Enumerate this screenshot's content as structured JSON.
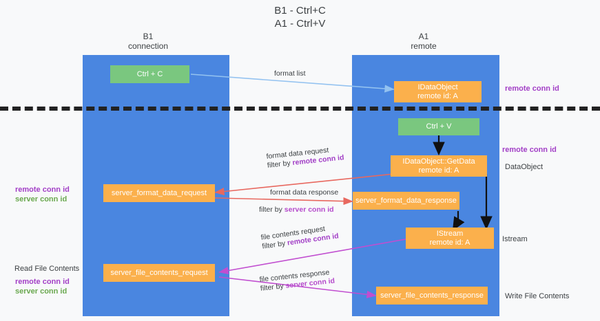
{
  "title": {
    "line1": "B1 - Ctrl+C",
    "line2": "A1 - Ctrl+V"
  },
  "columns": [
    {
      "name": "B1",
      "role": "connection"
    },
    {
      "name": "A1",
      "role": "remote"
    }
  ],
  "boxes": {
    "ctrl_c": "Ctrl + C",
    "ctrl_v": "Ctrl + V",
    "idataobject_top_line1": "IDataObject",
    "idataobject_top_line2": "remote id: A",
    "getdata_line1": "IDataObject::GetData",
    "getdata_line2": "remote id: A",
    "istream_line1": "IStream",
    "istream_line2": "remote id: A",
    "server_format_data_request": "server_format_data_request",
    "server_format_data_response": "server_format_data_response",
    "server_file_contents_request": "server_file_contents_request",
    "server_file_contents_response": "server_file_contents_response"
  },
  "arrow_labels": {
    "format_list": "format list",
    "format_data_request": "format data request",
    "format_data_request_filter_prefix": "filter by ",
    "format_data_request_filter_key": "remote conn id",
    "format_data_response": "format data response",
    "format_data_response_filter_prefix": "filter by ",
    "format_data_response_filter_key": "server conn id",
    "file_contents_request": "file contents request",
    "file_contents_request_filter_prefix": "filter by ",
    "file_contents_request_filter_key": "remote conn id",
    "file_contents_response": "file contents response",
    "file_contents_response_filter_prefix": "filter by ",
    "file_contents_response_filter_key": "server conn id"
  },
  "annotations": {
    "right_remote_conn_id_top": "remote conn id",
    "right_remote_conn_id_mid": "remote conn id",
    "right_dataobject": "DataObject",
    "right_istream": "Istream",
    "right_write_file_contents": "Write File Contents",
    "left_remote_conn_id_mid": "remote conn id",
    "left_server_conn_id_mid": "server conn id",
    "left_read_file_contents": "Read File Contents",
    "left_remote_conn_id_bottom": "remote conn id",
    "left_server_conn_id_bottom": "server conn id"
  },
  "colors": {
    "lane": "#4a86e0",
    "green_box": "#7ac77f",
    "orange_box": "#fbb04c",
    "purple": "#a23fc6",
    "green_text": "#6aa84f",
    "arrow_blue": "#93c2f0",
    "arrow_red": "#e8685f",
    "arrow_magenta": "#c14ed0",
    "arrow_black": "#111111",
    "background": "#f8f9fa"
  }
}
